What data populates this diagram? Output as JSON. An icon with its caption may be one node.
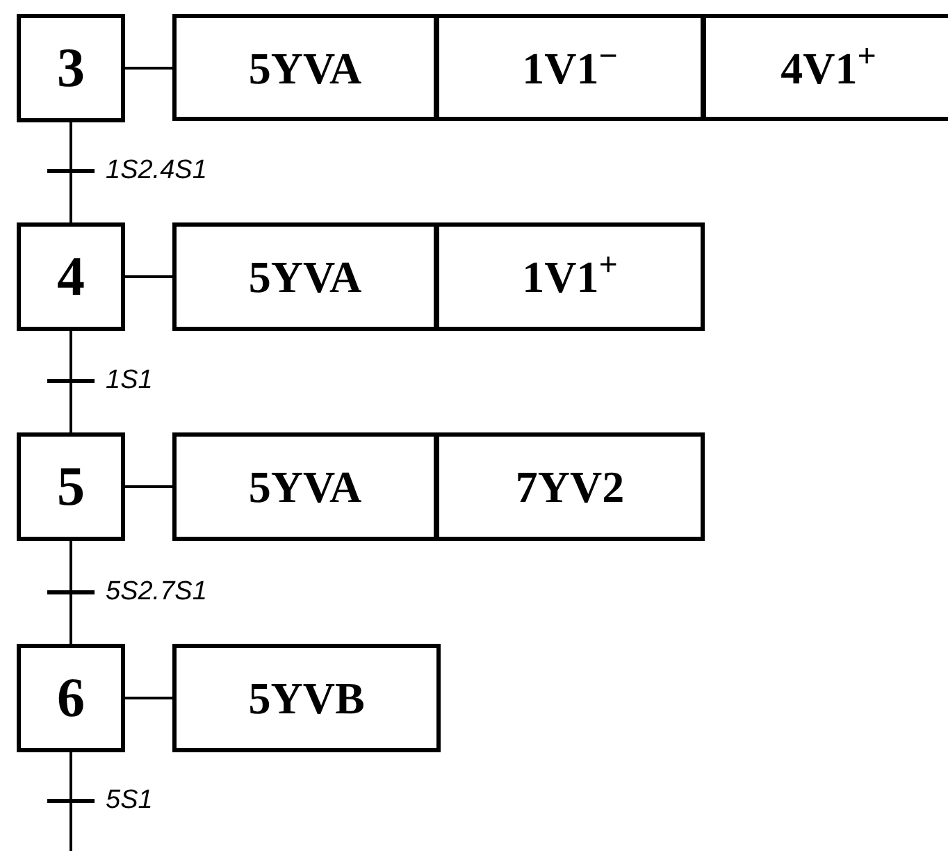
{
  "diagram": {
    "nodes": [
      {
        "text": [
          "3"
        ]
      },
      {
        "text": [
          "5YVA"
        ]
      },
      {
        "text": [
          "1V1$^{−}$"
        ]
      },
      {
        "text": [
          "4V1$^{+}$"
        ]
      },
      {
        "text": [
          "4"
        ]
      },
      {
        "text": [
          "5YVA"
        ]
      },
      {
        "text": [
          "1V1$^{+}$"
        ]
      },
      {
        "text": [
          "5"
        ]
      },
      {
        "text": [
          "5YVA"
        ]
      },
      {
        "text": [
          "7YV2"
        ]
      },
      {
        "text": [
          "6"
        ]
      },
      {
        "text": [
          "5YVB"
        ]
      }
    ],
    "edges": [
      {
        "from": 0,
        "to": 1,
        "arrow": "none"
      },
      {
        "from": 0,
        "to": 4,
        "arrow": "none",
        "label": "1S2.4S1"
      },
      {
        "from": 4,
        "to": 5,
        "arrow": "none"
      },
      {
        "from": 4,
        "to": 7,
        "arrow": "none",
        "label": "1S1"
      },
      {
        "from": 7,
        "to": 8,
        "arrow": "none"
      },
      {
        "from": 7,
        "to": 10,
        "arrow": "none",
        "label": "5S2.7S1"
      },
      {
        "from": 10,
        "to": 11,
        "arrow": "none"
      },
      {
        "from": 10,
        "to": null,
        "arrow": "none",
        "label": "5S1"
      }
    ]
  }
}
